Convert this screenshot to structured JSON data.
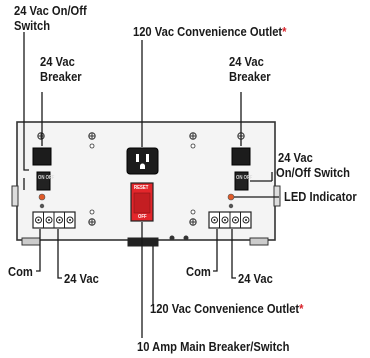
{
  "labels": {
    "switch_top_left_line1": "24 Vac On/Off",
    "switch_top_left_line2": "Switch",
    "outlet_top": "120 Vac Convenience Outlet",
    "outlet_top_asterisk": "*",
    "breaker_left_line1": "24 Vac",
    "breaker_left_line2": "Breaker",
    "breaker_right_line1": "24 Vac",
    "breaker_right_line2": "Breaker",
    "switch_right_line1": "24 Vac",
    "switch_right_line2": "On/Off Switch",
    "led_indicator": "LED Indicator",
    "com_left": "Com",
    "vac_left": "24 Vac",
    "com_right": "Com",
    "vac_right": "24 Vac",
    "outlet_bottom": "120 Vac Convenience Outlet",
    "outlet_bottom_asterisk": "*",
    "main_breaker": "10 Amp Main Breaker/Switch"
  },
  "panel": {
    "switch_left_text": "ON OFF",
    "switch_right_text": "ON OFF",
    "main_switch_top_text": "RESET",
    "main_switch_bottom_text": "OFF"
  },
  "colors": {
    "panel_fill": "#f4f4f4",
    "panel_stroke": "#333333",
    "breaker_fill": "#1c1c1c",
    "main_switch_red": "#e3262b",
    "led_red": "#e05a28",
    "asterisk_red": "#d8232a"
  }
}
